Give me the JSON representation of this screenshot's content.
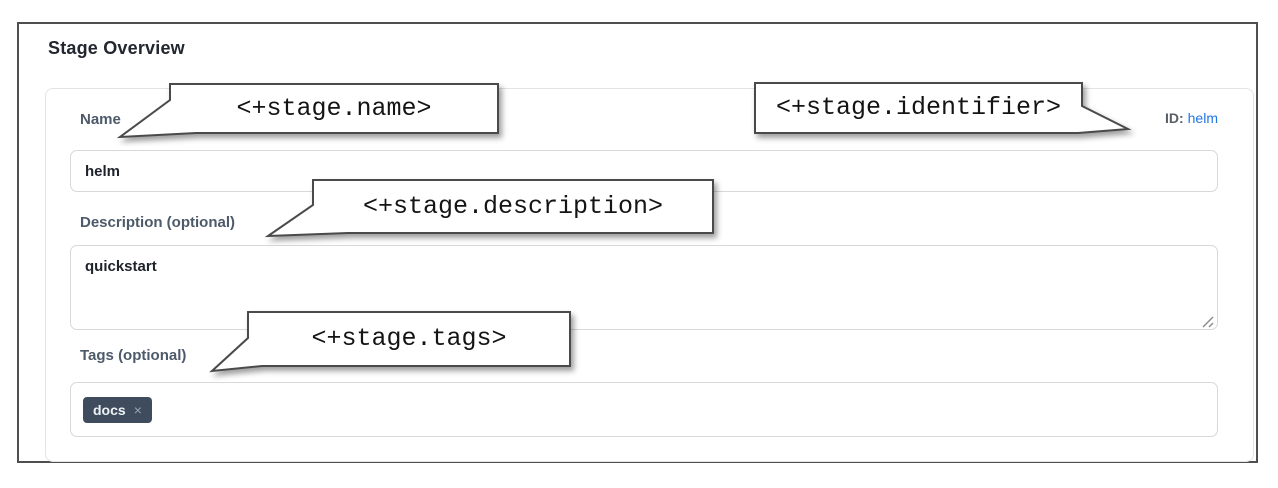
{
  "header": {
    "title": "Stage Overview"
  },
  "form": {
    "name": {
      "label": "Name",
      "value": "helm"
    },
    "identifier": {
      "label": "ID:",
      "value": "helm"
    },
    "description": {
      "label": "Description (optional)",
      "value": "quickstart"
    },
    "tags": {
      "label": "Tags (optional)",
      "chips": [
        {
          "label": "docs",
          "remove": "×"
        }
      ]
    }
  },
  "callouts": {
    "name": "<+stage.name>",
    "identifier": "<+stage.identifier>",
    "description": "<+stage.description>",
    "tags": "<+stage.tags>"
  },
  "colors": {
    "link_blue": "#2176e5",
    "chip_bg": "#3e4c5e",
    "label_slate": "#4d5a69",
    "frame_border": "#4f4f4f"
  }
}
